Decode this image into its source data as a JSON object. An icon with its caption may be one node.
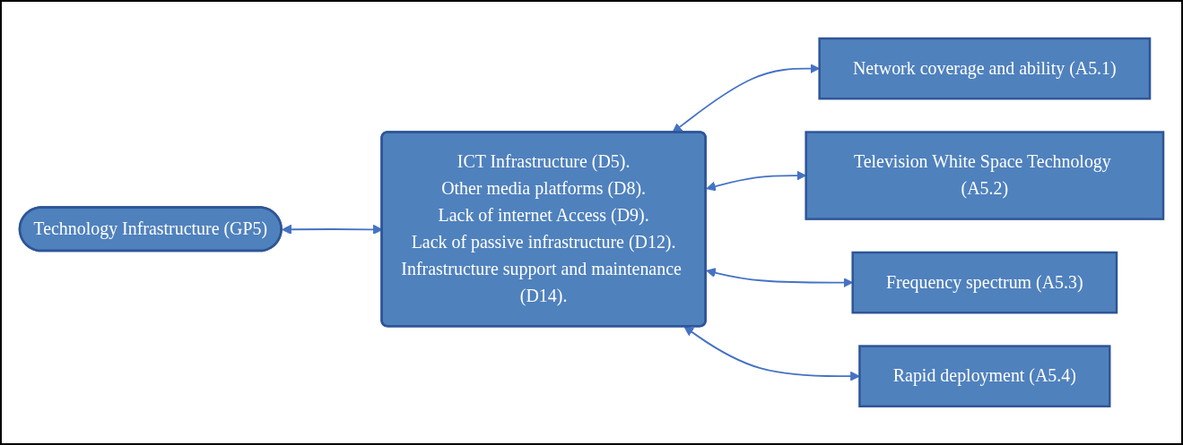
{
  "diagram": {
    "nodes": [
      {
        "text": [
          "Technology Infrastructure (GP5)"
        ]
      },
      {
        "text": [
          "ICT Infrastructure (D5).",
          "Other media platforms (D8).",
          "Lack of internet Access (D9).",
          "Lack of passive infrastructure (D12).",
          "Infrastructure support and maintenance (D14)."
        ]
      },
      {
        "text": [
          "Network coverage and ability (A5.1)"
        ]
      },
      {
        "text": [
          "Television White Space Technology (A5.2)"
        ]
      },
      {
        "text": [
          "Frequency spectrum (A5.3)"
        ]
      },
      {
        "text": [
          "Rapid deployment (A5.4)"
        ]
      }
    ],
    "edges": [
      {
        "from": 0,
        "to": 1,
        "arrow": "both"
      },
      {
        "from": 1,
        "to": 2,
        "arrow": "both"
      },
      {
        "from": 1,
        "to": 3,
        "arrow": "both"
      },
      {
        "from": 1,
        "to": 4,
        "arrow": "both"
      },
      {
        "from": 1,
        "to": 5,
        "arrow": "both"
      }
    ]
  }
}
